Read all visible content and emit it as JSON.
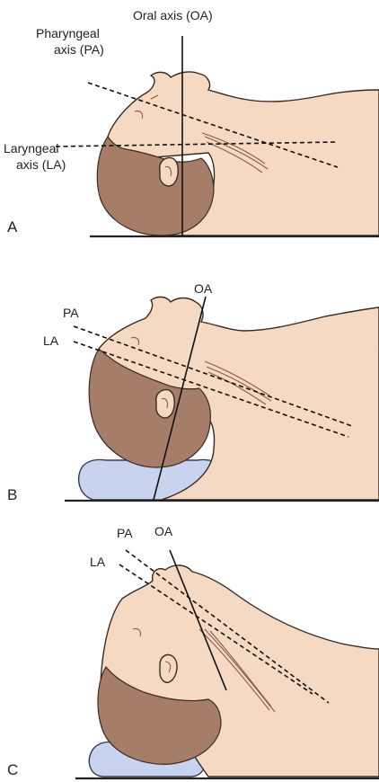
{
  "panels": [
    {
      "letter": "A",
      "labels": {
        "oral_axis": "Oral axis (OA)",
        "pharyngeal_axis_1": "Pharyngeal",
        "pharyngeal_axis_2": "axis (PA)",
        "laryngeal_axis_1": "Laryngeal",
        "laryngeal_axis_2": "axis (LA)"
      }
    },
    {
      "letter": "B",
      "labels": {
        "oa": "OA",
        "pa": "PA",
        "la": "LA"
      }
    },
    {
      "letter": "C",
      "labels": {
        "oa": "OA",
        "pa": "PA",
        "la": "LA"
      }
    }
  ],
  "colors": {
    "skin": "#f6d9c2",
    "hair": "#a57d68",
    "pillow": "#c8d3ee",
    "line": "#111111"
  }
}
